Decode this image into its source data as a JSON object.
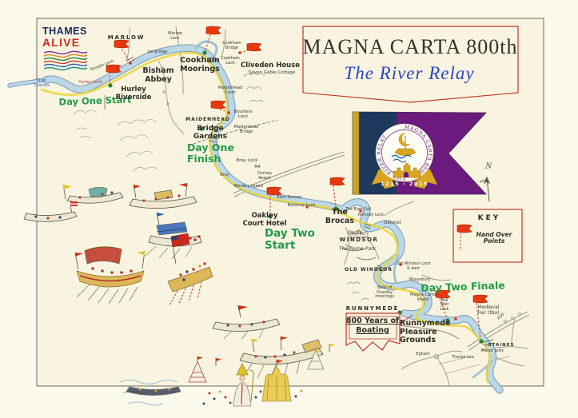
{
  "logo": {
    "line1": "THAMES",
    "line2": "ALIVE"
  },
  "title_box": {
    "line1": "MAGNA CARTA 800th",
    "line2": "The River Relay"
  },
  "relay_flag": {
    "circle_text": "MAGNA CARTA 800TH · THE RIVER RELAY",
    "years": "1215 - 2015"
  },
  "key_box": {
    "title": "KEY",
    "item": "Hand Over\nPoints"
  },
  "compass": {
    "north": "N"
  },
  "banner_800": {
    "line1": "800 Years of",
    "line2": "Boating"
  },
  "day_markers": {
    "one_start": "Day One Start",
    "one_finish": "Day One\nFinish",
    "two_start": "Day Two\nStart",
    "two_finale": "Day Two Finale"
  },
  "labels": {
    "river_thames": "River\nThames",
    "marlow": "MARLOW",
    "marlow_lock": "Marlow\nLock",
    "bisham": "Bisham\nAbbey",
    "temple_lock": "Temple Lock",
    "hurley_lock": "Hurley Lock",
    "hurley": "Hurley\nRiverside",
    "longridge": "Longridge",
    "cookham_moorings": "Cookham\nMoorings",
    "cookham_bridge": "Cookham\nBridge",
    "cookham_lock": "Cookham\nLock",
    "cliveden": "Cliveden House",
    "seven_gable": "Seven Gable Cottage",
    "maidenhead_court": "Maidenhead\nCourt",
    "boulters": "Boulters\nLock",
    "maidenhead": "MAIDENHEAD",
    "bridge_gardens": "Bridge\nGardens",
    "maidenhead_bridge": "Maidenhead\nBridge",
    "bray_lock": "Bray Lock",
    "m4": "M4",
    "bray": "Bray",
    "dorney_reach": "Dorney\nReach",
    "monkey_island": "Monkey Island",
    "eton_dorney": "Eton Dorney",
    "boveney_lock": "Boveney Lock",
    "oakley": "Oakley\nCourt Hotel",
    "brocas": "The\nBrocas",
    "eton_coll": "The Eton Coll",
    "romney": "Romney Lock",
    "castle": "Castle",
    "windsor": "WINDSOR",
    "home_park": "The Home Park",
    "datchet": "Datchet",
    "old_windsor": "OLD WINDSOR",
    "old_windsor_lock": "Old Windsor Lock\n& weir",
    "wraysbury": "Wraysbury",
    "magna_carta_island": "Magna Carta\nIsland",
    "bells_ouseley": "Bells of\nOuseley\nmoorings",
    "runnymede": "RUNNYMEDE",
    "pleasure_grounds": "Runnymede\nPleasure\nGrounds",
    "bell_weir": "Bell\nWeir\nLock",
    "medieval_fair": "Medieval\nFair (tba)",
    "staines": "STAINES",
    "manor_jetty": "Manor Jetty",
    "egham": "Egham",
    "thorpe_lea": "Thorpe Lea",
    "a30": "A30"
  },
  "colors": {
    "accent_red": "#cf3a1c",
    "day_green": "#229a47",
    "river_blue": "#b9d6e6",
    "path_yellow": "#e9d63c",
    "flag_purple": "#6a1b7d",
    "flag_navy": "#1d3a5c",
    "flag_gold": "#d9a520",
    "title_blue": "#2944c8",
    "paper": "#f8f4e0"
  }
}
